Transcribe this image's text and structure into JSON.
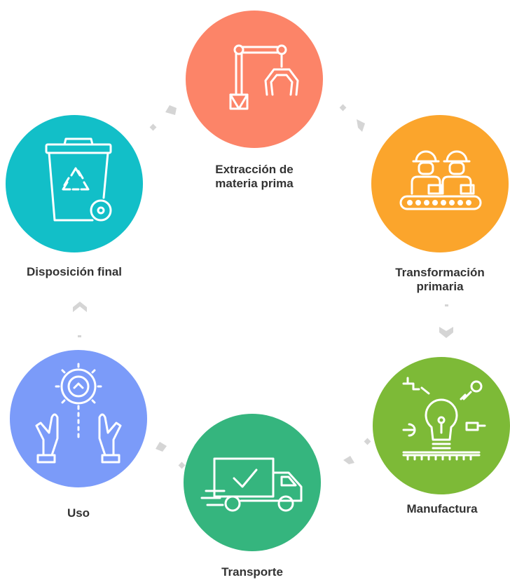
{
  "diagram": {
    "stages": [
      {
        "id": "extraccion",
        "label_lines": [
          "Extracción de",
          "materia prima"
        ],
        "color": "#FC8468",
        "icon": "robotic-arm-icon"
      },
      {
        "id": "transformacion",
        "label_lines": [
          "Transformación",
          "primaria"
        ],
        "color": "#FBA52C",
        "icon": "workers-conveyor-icon"
      },
      {
        "id": "manufactura",
        "label_lines": [
          "Manufactura"
        ],
        "color": "#7DBA37",
        "icon": "lightbulb-tools-icon"
      },
      {
        "id": "transporte",
        "label_lines": [
          "Transporte"
        ],
        "color": "#35B57E",
        "icon": "delivery-truck-icon"
      },
      {
        "id": "uso",
        "label_lines": [
          "Uso"
        ],
        "color": "#7B9BF9",
        "icon": "hands-lightbulb-icon"
      },
      {
        "id": "disposicion",
        "label_lines": [
          "Disposición final"
        ],
        "color": "#12BFC8",
        "icon": "recycle-bin-icon"
      }
    ],
    "connector_color": "#D5D5D5"
  }
}
